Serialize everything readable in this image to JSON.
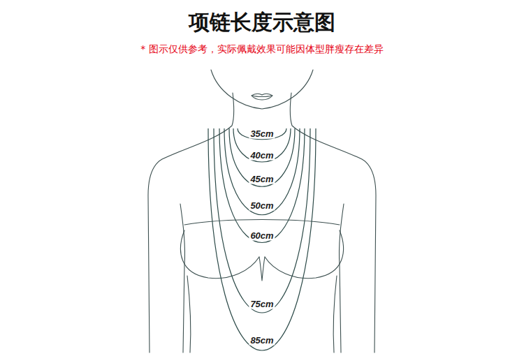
{
  "diagram": {
    "title": "项链长度示意图",
    "caption": "* 图示仅供参考，实际佩戴效果可能因体型胖瘦存在差异",
    "labels": [
      "35cm",
      "40cm",
      "45cm",
      "50cm",
      "60cm",
      "75cm",
      "85cm"
    ]
  }
}
